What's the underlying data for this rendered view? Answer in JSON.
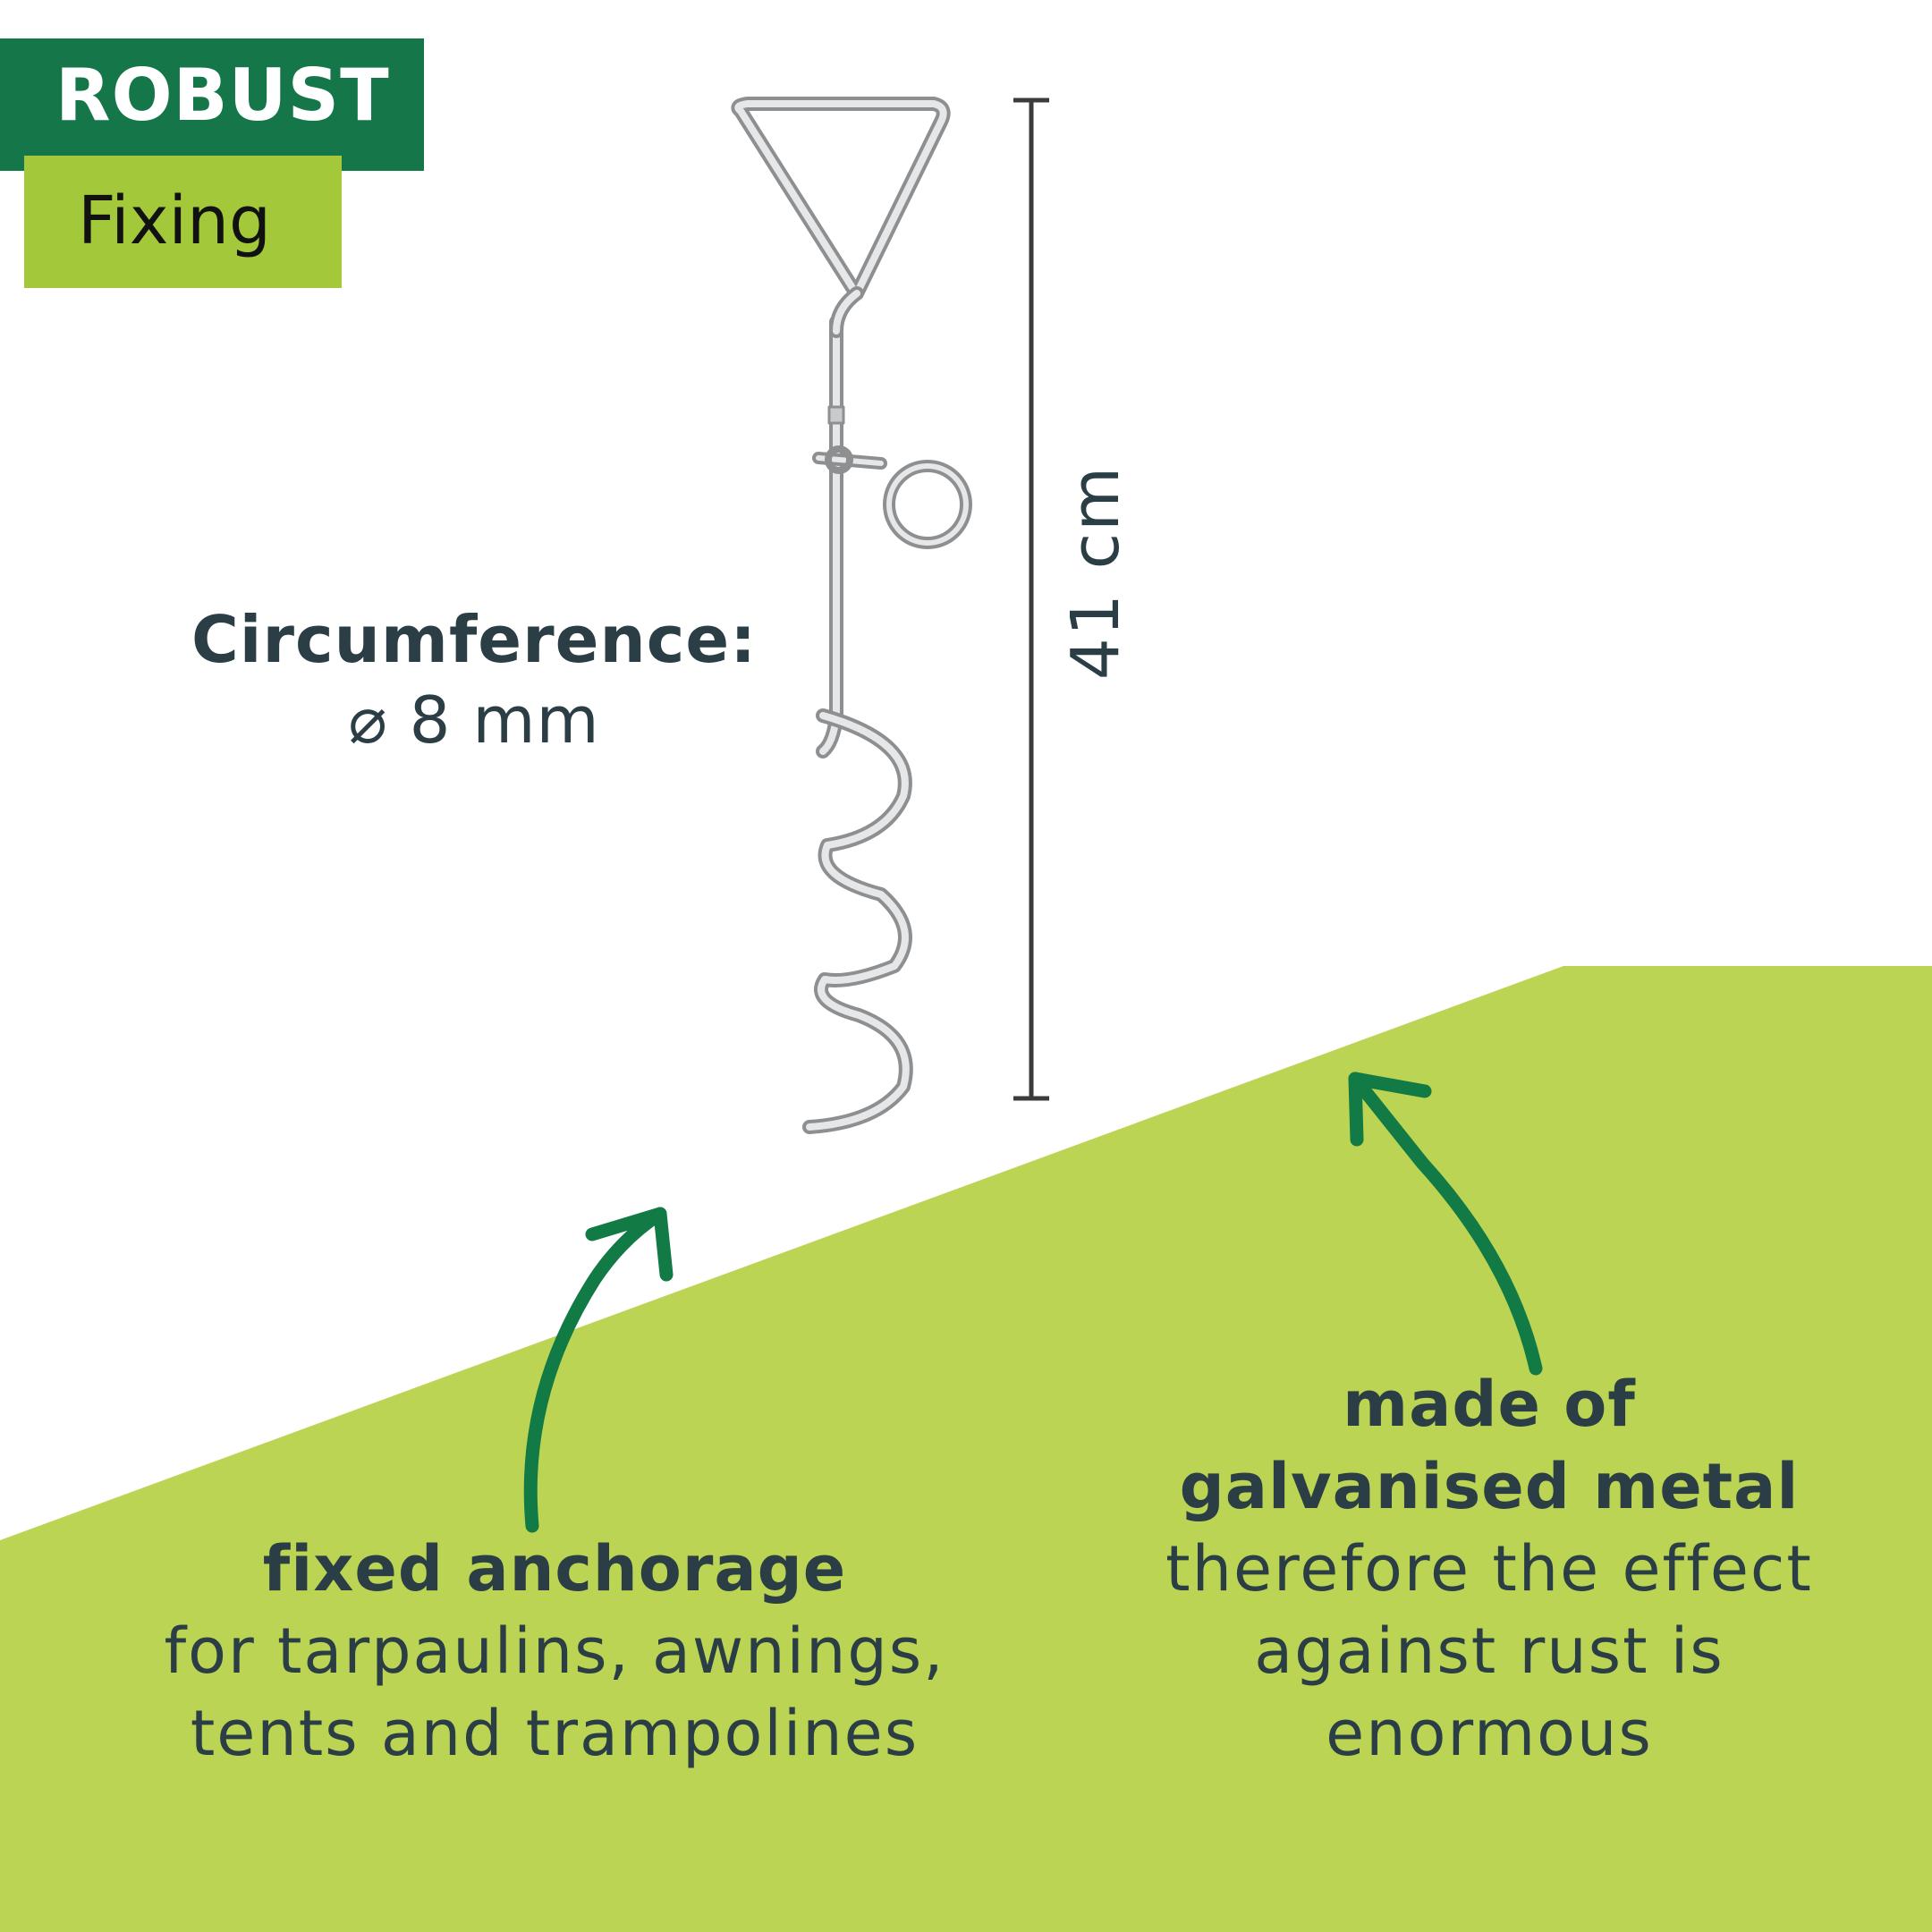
{
  "badge": {
    "title": "ROBUST",
    "subtitle": "Fixing"
  },
  "colors": {
    "dark_green": "#15764a",
    "lime": "#a3c93b",
    "ground": "#bcd454",
    "text": "#2b3e45",
    "arrow": "#117a45",
    "dimension_line": "#3b3b3b"
  },
  "circumference": {
    "title": "Circumference:",
    "value": "⌀ 8 mm"
  },
  "dimension": {
    "length": "41 cm"
  },
  "features": [
    {
      "title": "fixed anchorage",
      "lines": [
        "for tarpaulins, awnings,",
        "tents and trampolines"
      ]
    },
    {
      "title_lines": [
        "made of",
        "galvanised metal"
      ],
      "lines": [
        "therefore the effect",
        "against rust is",
        "enormous"
      ]
    }
  ],
  "icons": {
    "product": "ground-anchor-corkscrew-icon",
    "arrows": [
      "curved-arrow-left-icon",
      "curved-arrow-right-icon"
    ]
  }
}
